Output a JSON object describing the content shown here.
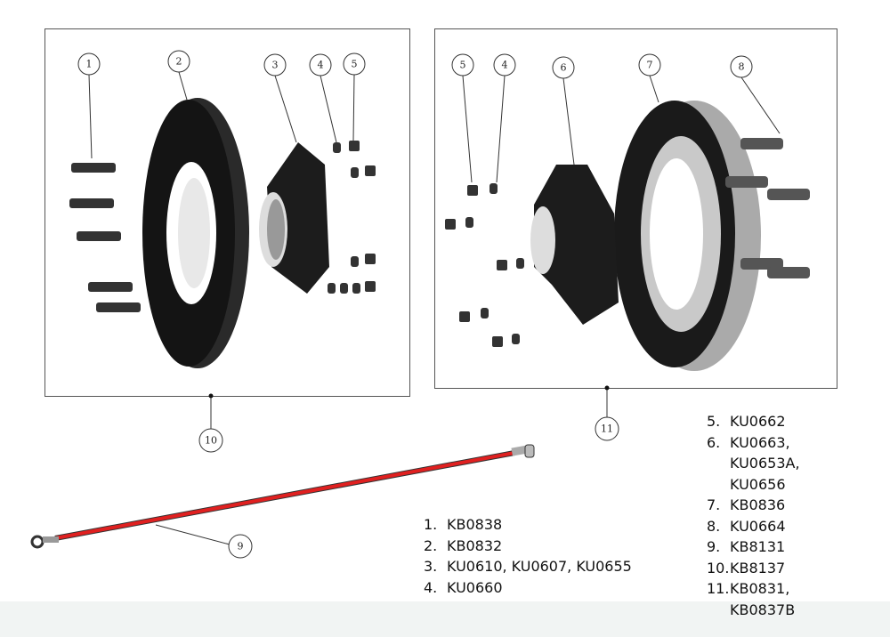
{
  "callouts": {
    "c1": "1",
    "c2": "2",
    "c3": "3",
    "c4a": "4",
    "c5a": "5",
    "c5b": "5",
    "c4b": "4",
    "c6": "6",
    "c7": "7",
    "c8": "8",
    "c9": "9",
    "c10": "10",
    "c11": "11"
  },
  "legend_left": [
    {
      "num": "1.",
      "text": "KB0838"
    },
    {
      "num": "2.",
      "text": "KB0832"
    },
    {
      "num": "3.",
      "text": "KU0610, KU0607, KU0655"
    },
    {
      "num": "4.",
      "text": "KU0660"
    }
  ],
  "legend_right": [
    {
      "num": "5.",
      "text": "KU0662"
    },
    {
      "num": "6.",
      "text": "KU0663,",
      "cont": [
        "KU0653A,",
        "KU0656"
      ]
    },
    {
      "num": "7.",
      "text": "KB0836"
    },
    {
      "num": "8.",
      "text": "KU0664"
    },
    {
      "num": "9.",
      "text": "KB8131"
    },
    {
      "num": "10.",
      "text": "KB8137"
    },
    {
      "num": "11.",
      "text": "KB0831,",
      "cont": [
        "KB0837B"
      ]
    }
  ],
  "colors": {
    "hose": "#e02020",
    "part": "#1a1a1a",
    "frame": "#555555"
  }
}
